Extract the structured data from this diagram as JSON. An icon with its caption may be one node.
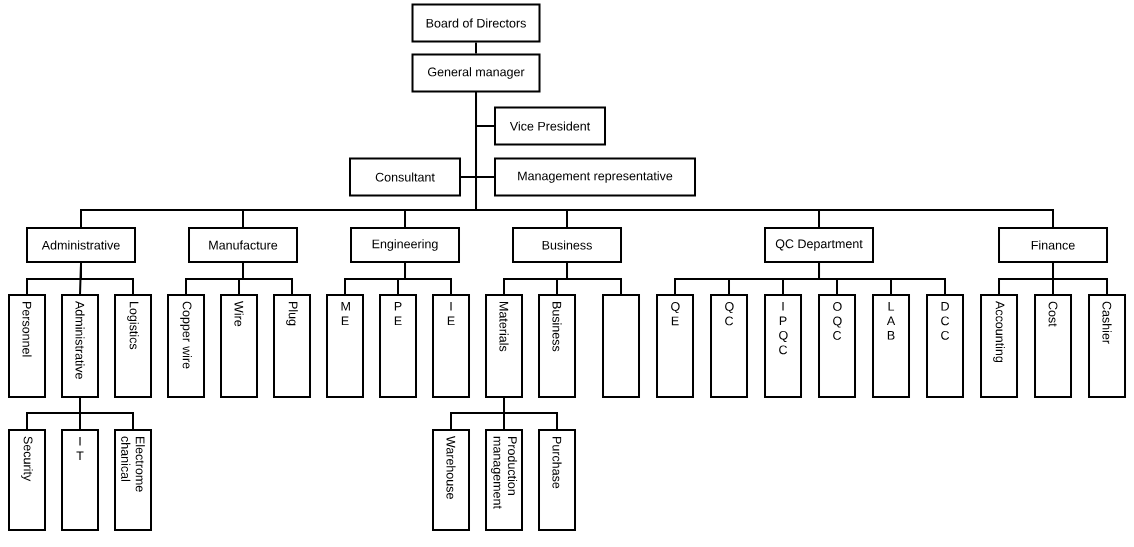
{
  "diagram": {
    "nodes": [
      {
        "text": [
          "Board of Directors"
        ]
      },
      {
        "text": [
          "General manager"
        ]
      },
      {
        "text": [
          "Vice President"
        ]
      },
      {
        "text": [
          "Consultant"
        ]
      },
      {
        "text": [
          "Management representative"
        ]
      },
      {
        "text": [
          "Administrative"
        ]
      },
      {
        "text": [
          "Manufacture"
        ]
      },
      {
        "text": [
          "Engineering"
        ]
      },
      {
        "text": [
          "Business"
        ]
      },
      {
        "text": [
          "QC Department"
        ]
      },
      {
        "text": [
          "Finance"
        ]
      },
      {
        "text": [
          "Personnel"
        ]
      },
      {
        "text": [
          "Administrative"
        ]
      },
      {
        "text": [
          "Logistics"
        ]
      },
      {
        "text": [
          "Copper wire"
        ]
      },
      {
        "text": [
          "Wire"
        ]
      },
      {
        "text": [
          "Plug"
        ]
      },
      {
        "text": [
          "M E"
        ]
      },
      {
        "text": [
          "P E"
        ]
      },
      {
        "text": [
          "I E"
        ]
      },
      {
        "text": [
          "Materials"
        ]
      },
      {
        "text": [
          "Business"
        ]
      },
      {
        "text": [],
        "shape": "box"
      },
      {
        "text": [
          "Q E"
        ]
      },
      {
        "text": [
          "Q C"
        ]
      },
      {
        "text": [
          "I P Q C"
        ]
      },
      {
        "text": [
          "O Q C"
        ]
      },
      {
        "text": [
          "L A B"
        ]
      },
      {
        "text": [
          "D C C"
        ]
      },
      {
        "text": [
          "Accounting"
        ]
      },
      {
        "text": [
          "Cost"
        ]
      },
      {
        "text": [
          "Cashier"
        ]
      },
      {
        "text": [
          "Security"
        ]
      },
      {
        "text": [
          "I T"
        ]
      },
      {
        "text": [
          "Electrome chanical"
        ]
      },
      {
        "text": [
          "Warehouse"
        ]
      },
      {
        "text": [
          "Production management"
        ]
      },
      {
        "text": [
          "Purchase"
        ]
      }
    ],
    "edges": [
      {
        "from": 0,
        "to": 1,
        "arrow": "none"
      },
      {
        "from": 1,
        "to": 2,
        "arrow": "none"
      },
      {
        "from": 1,
        "to": 3,
        "arrow": "none"
      },
      {
        "from": 1,
        "to": 4,
        "arrow": "none"
      },
      {
        "from": 1,
        "to": 5,
        "arrow": "none"
      },
      {
        "from": 1,
        "to": 6,
        "arrow": "none"
      },
      {
        "from": 1,
        "to": 7,
        "arrow": "none"
      },
      {
        "from": 1,
        "to": 8,
        "arrow": "none"
      },
      {
        "from": 1,
        "to": 9,
        "arrow": "none"
      },
      {
        "from": 1,
        "to": 10,
        "arrow": "none"
      },
      {
        "from": 5,
        "to": 11,
        "arrow": "none"
      },
      {
        "from": 5,
        "to": 12,
        "arrow": "none"
      },
      {
        "from": 5,
        "to": 13,
        "arrow": "none"
      },
      {
        "from": 6,
        "to": 14,
        "arrow": "none"
      },
      {
        "from": 6,
        "to": 15,
        "arrow": "none"
      },
      {
        "from": 6,
        "to": 16,
        "arrow": "none"
      },
      {
        "from": 7,
        "to": 17,
        "arrow": "none"
      },
      {
        "from": 7,
        "to": 18,
        "arrow": "none"
      },
      {
        "from": 7,
        "to": 19,
        "arrow": "none"
      },
      {
        "from": 8,
        "to": 20,
        "arrow": "none"
      },
      {
        "from": 8,
        "to": 21,
        "arrow": "none"
      },
      {
        "from": 8,
        "to": 22,
        "arrow": "none"
      },
      {
        "from": 9,
        "to": 23,
        "arrow": "none"
      },
      {
        "from": 9,
        "to": 24,
        "arrow": "none"
      },
      {
        "from": 9,
        "to": 25,
        "arrow": "none"
      },
      {
        "from": 9,
        "to": 26,
        "arrow": "none"
      },
      {
        "from": 9,
        "to": 27,
        "arrow": "none"
      },
      {
        "from": 9,
        "to": 28,
        "arrow": "none"
      },
      {
        "from": 10,
        "to": 29,
        "arrow": "none"
      },
      {
        "from": 10,
        "to": 30,
        "arrow": "none"
      },
      {
        "from": 10,
        "to": 31,
        "arrow": "none"
      },
      {
        "from": 12,
        "to": 32,
        "arrow": "none"
      },
      {
        "from": 12,
        "to": 33,
        "arrow": "none"
      },
      {
        "from": 12,
        "to": 34,
        "arrow": "none"
      },
      {
        "from": 20,
        "to": 35,
        "arrow": "none"
      },
      {
        "from": 20,
        "to": 36,
        "arrow": "none"
      },
      {
        "from": 20,
        "to": 37,
        "arrow": "none"
      }
    ]
  }
}
